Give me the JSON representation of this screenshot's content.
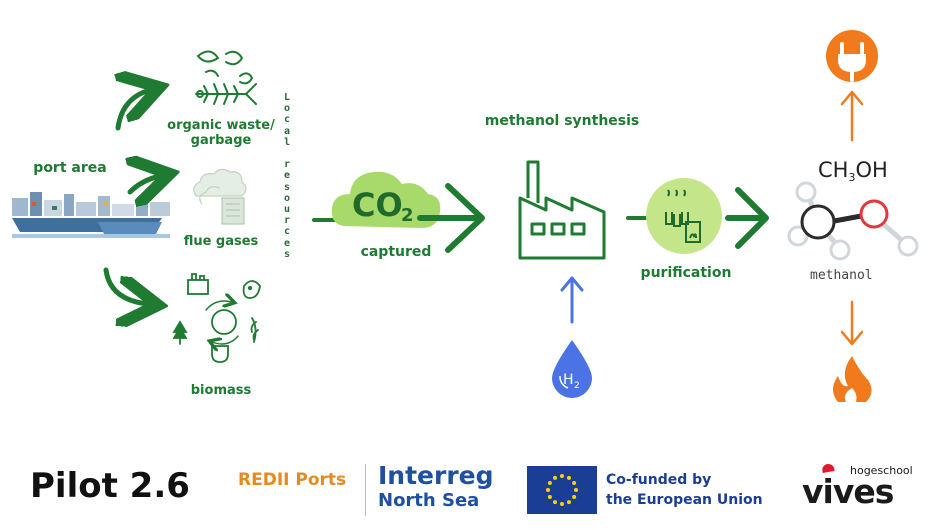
{
  "colors": {
    "green_dark": "#1f7a32",
    "green_light": "#b4e07a",
    "green_cloud": "#a7d96b",
    "orange": "#f07a1c",
    "blue": "#4b73e6",
    "footer_orange": "#e58a1f",
    "interreg_blue": "#1f4fa0",
    "eu_blue": "#1a3e93",
    "eu_star": "#ffd200"
  },
  "diagram": {
    "source_label": "port area",
    "resources": [
      {
        "label_line1": "organic waste/",
        "label_line2": "garbage",
        "icon": "fish-bone-icon"
      },
      {
        "label_line1": "flue gases",
        "label_line2": "",
        "icon": "smoke-stack-icon"
      },
      {
        "label_line1": "biomass",
        "label_line2": "",
        "icon": "bio-cycle-icon"
      }
    ],
    "local_resources_vertical": "Local resources",
    "co2": {
      "main": "CO",
      "sub": "2",
      "caption": "captured"
    },
    "synthesis_label": "methanol synthesis",
    "h2": {
      "main": "H",
      "sub": "2"
    },
    "purification_label": "purification",
    "product": {
      "formula_a": "CH",
      "formula_sub": "3",
      "formula_b": "OH",
      "name": "methanol"
    },
    "outputs": [
      {
        "icon": "electric-plug-icon"
      },
      {
        "icon": "flame-icon"
      }
    ]
  },
  "footer": {
    "pilot": "Pilot 2.6",
    "redii": "REDII Ports",
    "interreg_line1": "Interreg",
    "interreg_line2": "North Sea",
    "eu_line1": "Co-funded by",
    "eu_line2": "the European Union",
    "vives_small": "hogeschool",
    "vives_big": "vives"
  }
}
